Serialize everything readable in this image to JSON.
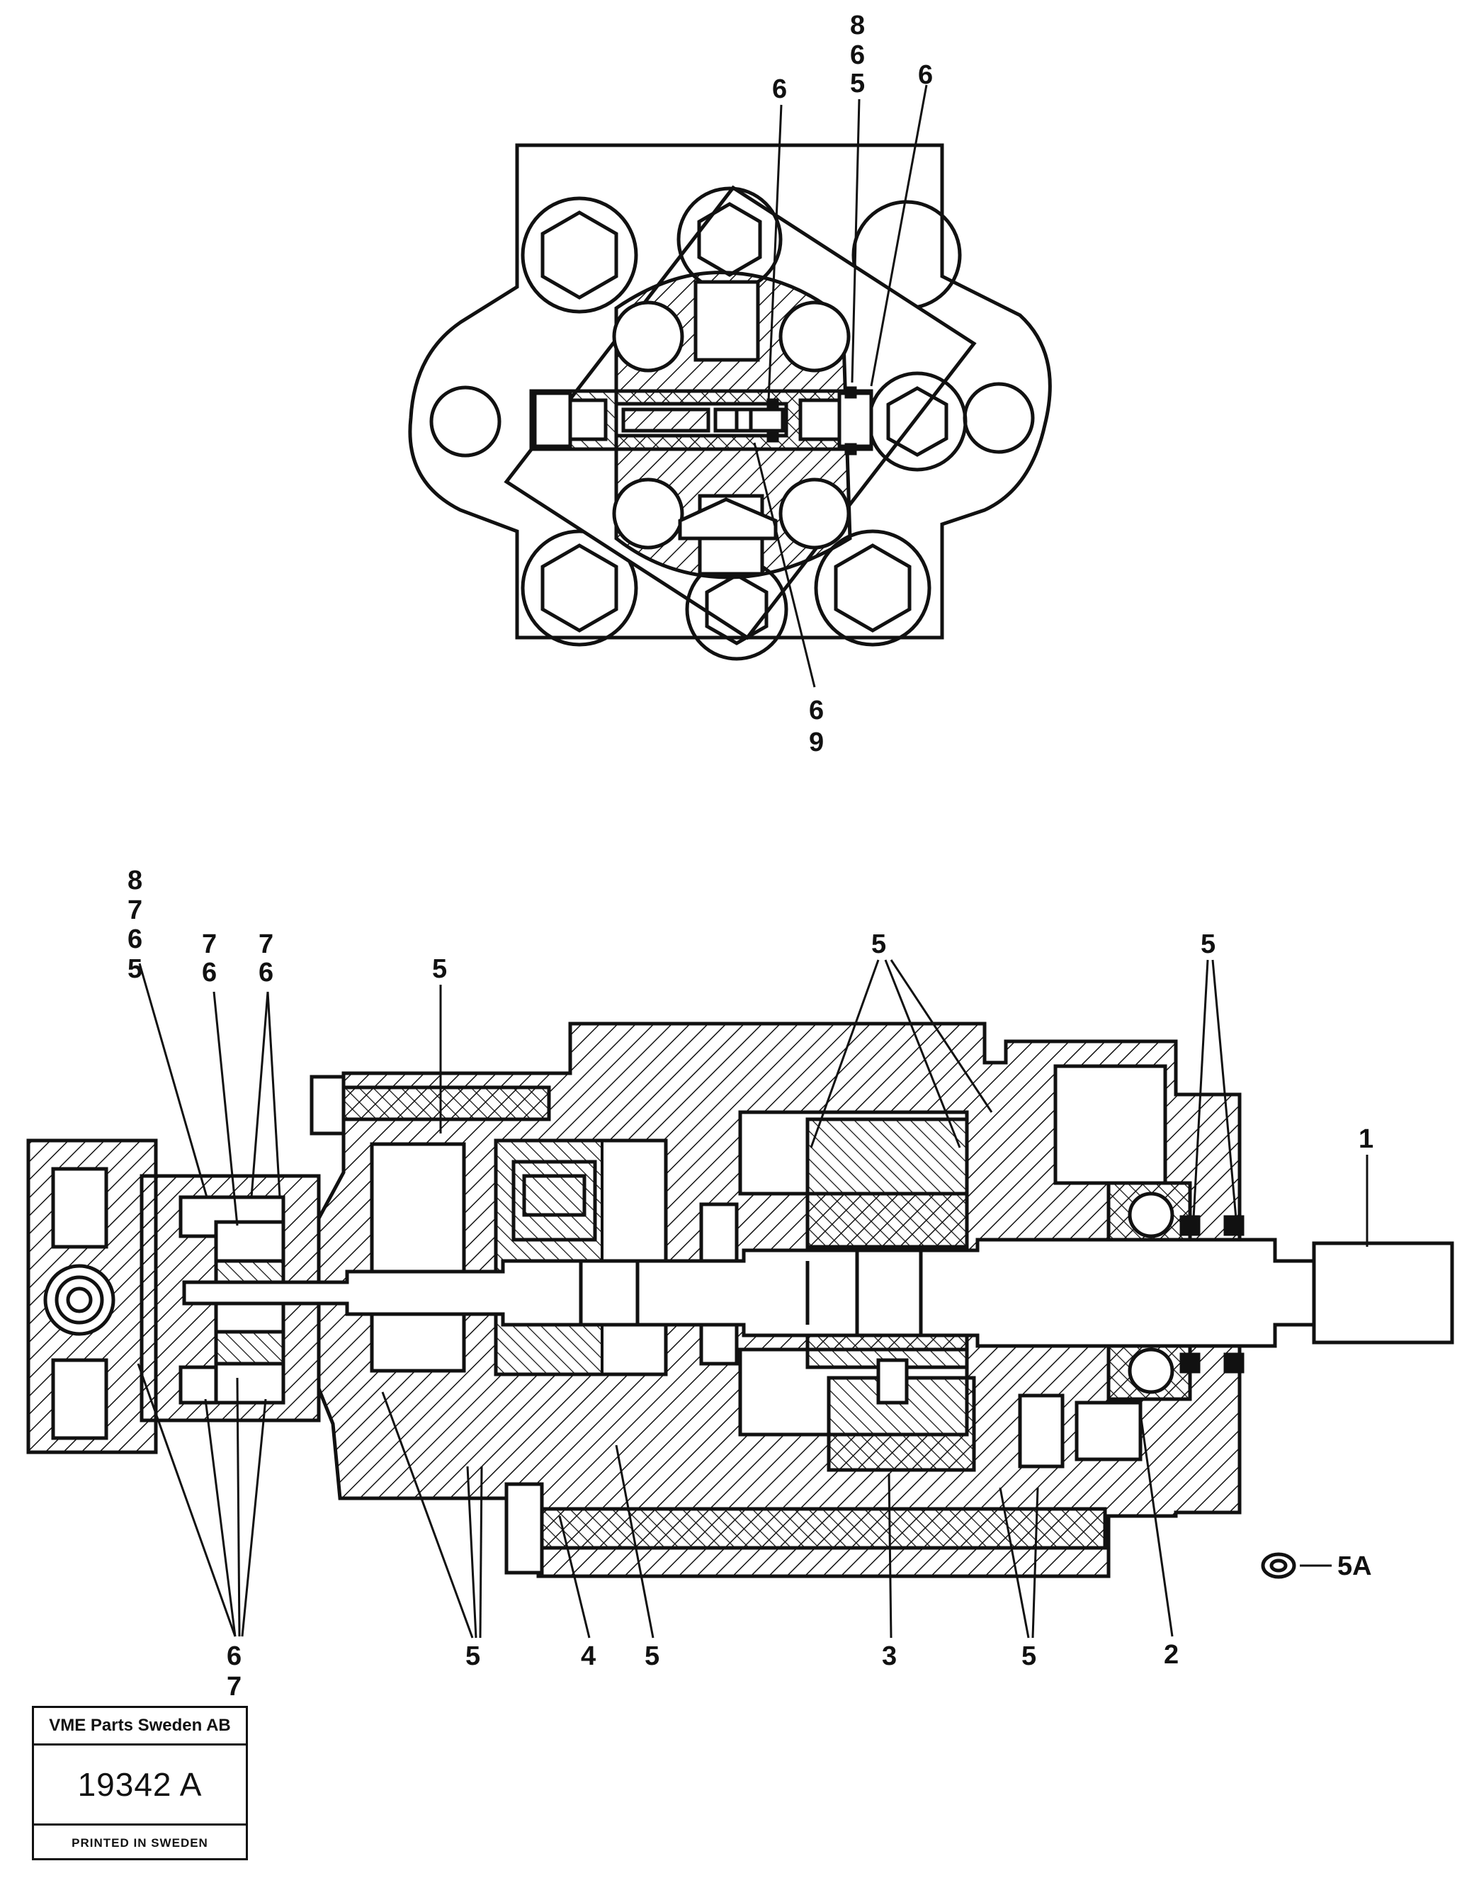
{
  "top_view": {
    "callouts": [
      "6",
      "8",
      "6",
      "5",
      "6",
      "6",
      "9"
    ]
  },
  "side_view": {
    "callouts": [
      "8",
      "7",
      "6",
      "5",
      "7",
      "6",
      "7",
      "6",
      "5",
      "5",
      "5",
      "1",
      "6",
      "7",
      "5",
      "4",
      "5",
      "3",
      "5",
      "2",
      "5A"
    ]
  },
  "stamp": {
    "company": "VME Parts Sweden AB",
    "number": "19342 A",
    "printed": "PRINTED IN SWEDEN"
  }
}
